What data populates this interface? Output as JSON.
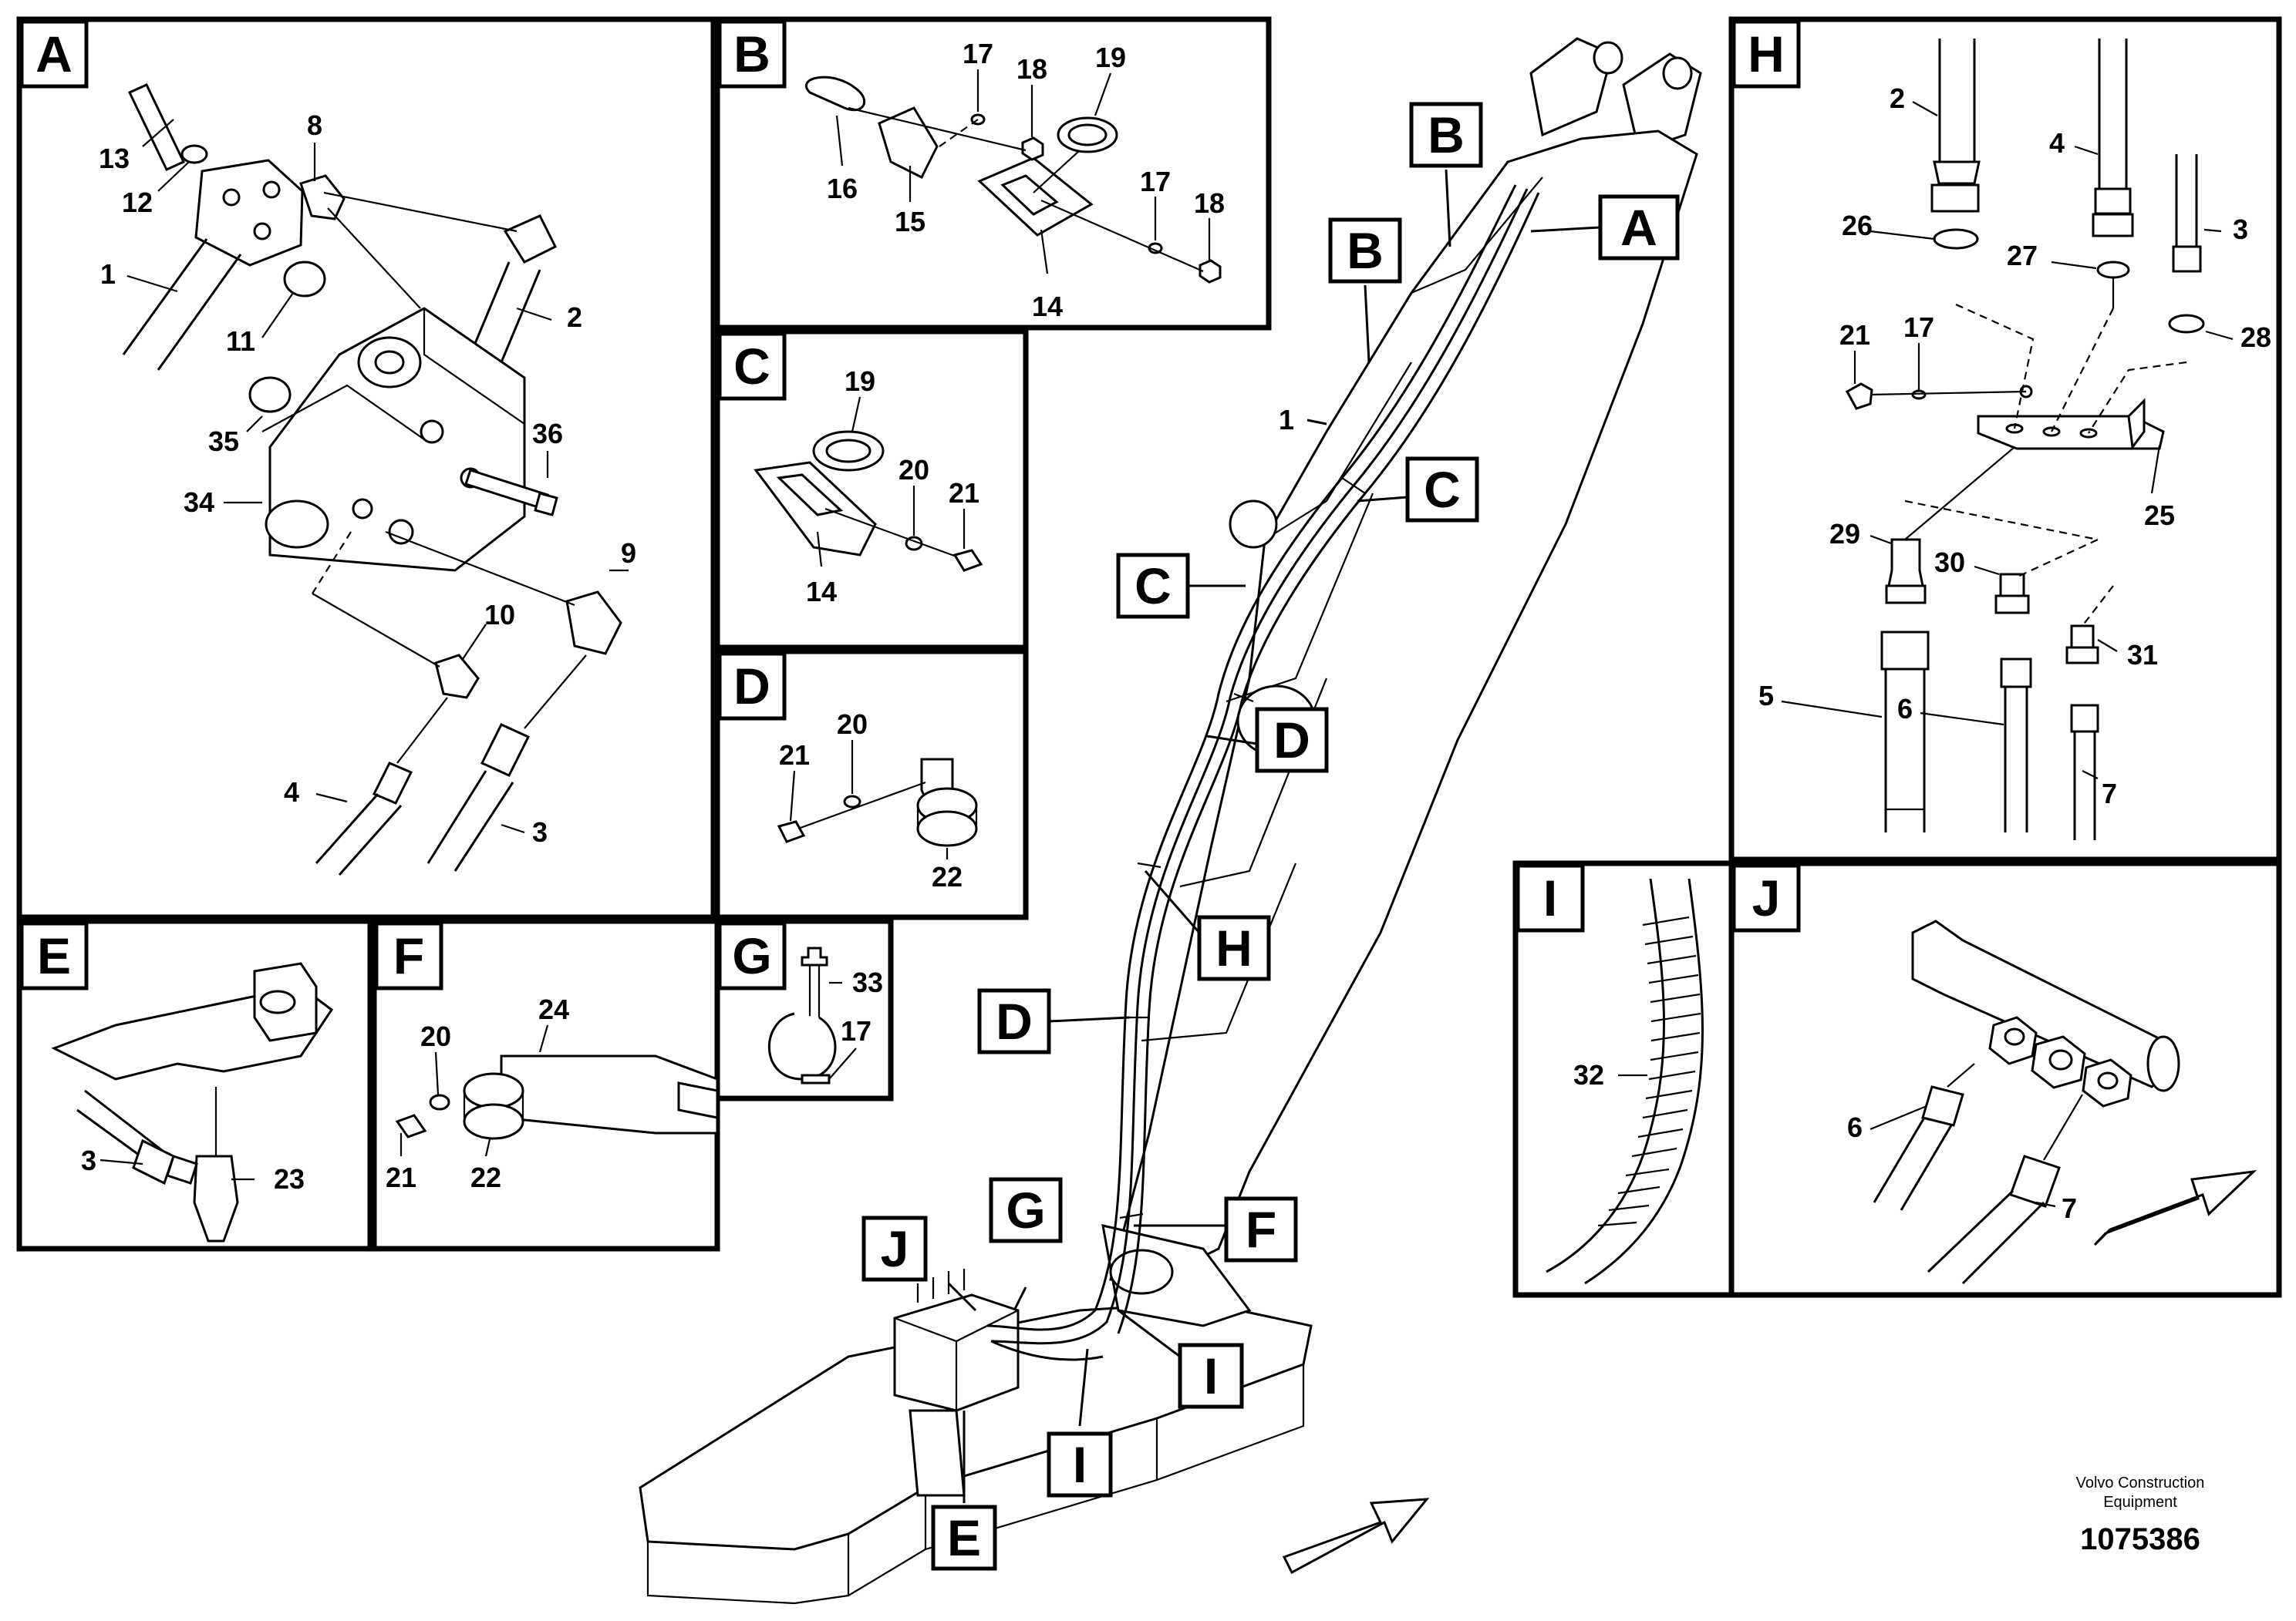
{
  "panels": {
    "A": {
      "letter": "A",
      "callouts": [
        "13",
        "12",
        "8",
        "1",
        "11",
        "2",
        "35",
        "36",
        "34",
        "9",
        "10",
        "4",
        "3"
      ]
    },
    "B": {
      "letter": "B",
      "callouts": [
        "17",
        "18",
        "19",
        "16",
        "15",
        "17",
        "18",
        "14"
      ]
    },
    "C": {
      "letter": "C",
      "callouts": [
        "19",
        "20",
        "21",
        "14"
      ]
    },
    "D": {
      "letter": "D",
      "callouts": [
        "20",
        "21",
        "22"
      ]
    },
    "E": {
      "letter": "E",
      "callouts": [
        "3",
        "23"
      ]
    },
    "F": {
      "letter": "F",
      "callouts": [
        "24",
        "20",
        "21",
        "22"
      ]
    },
    "G": {
      "letter": "G",
      "callouts": [
        "33",
        "17"
      ]
    },
    "H": {
      "letter": "H",
      "callouts": [
        "2",
        "4",
        "26",
        "27",
        "3",
        "21",
        "17",
        "28",
        "25",
        "29",
        "30",
        "31",
        "5",
        "6",
        "7"
      ]
    },
    "I": {
      "letter": "I",
      "callouts": [
        "32"
      ]
    },
    "J": {
      "letter": "J",
      "callouts": [
        "6",
        "7"
      ]
    }
  },
  "main_view": {
    "markers": [
      "B",
      "B",
      "A",
      "1",
      "C",
      "C",
      "D",
      "H",
      "D",
      "F",
      "G",
      "J",
      "I",
      "I",
      "E"
    ]
  },
  "footer": {
    "brand_line1": "Volvo Construction",
    "brand_line2": "Equipment",
    "drawing_number": "1075386"
  }
}
